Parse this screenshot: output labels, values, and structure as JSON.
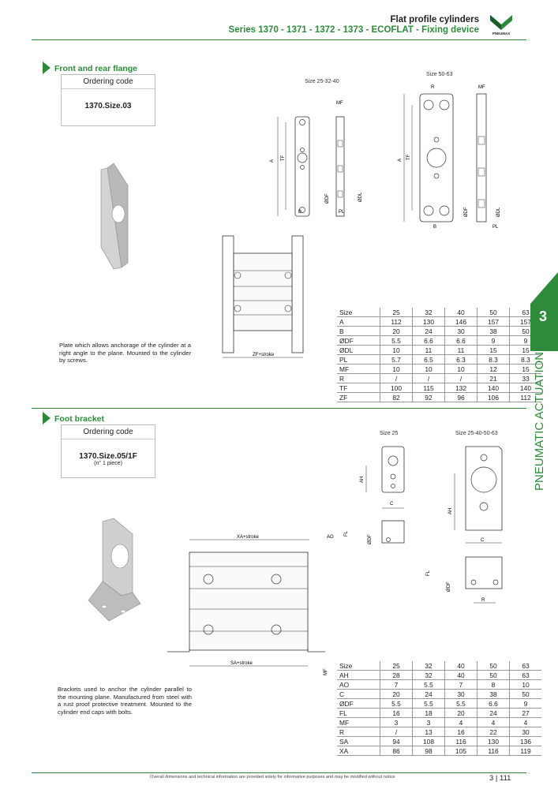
{
  "header": {
    "title": "Flat profile cylinders",
    "subtitle": "Series 1370 - 1371 - 1372 - 1373 - ECOFLAT - Fixing device",
    "logo_text": "PNEUMAX"
  },
  "section1": {
    "title": "Front and rear flange",
    "ordering_label": "Ordering code",
    "ordering_code": "1370.Size.03",
    "size_label_a": "Size 25-32-40",
    "size_label_b": "Size 50-63",
    "zf_label": "ZF+stroke",
    "description": "Plate which allows anchorage of the cylinder at a right angle to the plane. Mounted to the cylinder by screws.",
    "dims": {
      "a": "A",
      "tf": "TF",
      "mf": "MF",
      "b": "B",
      "r": "R",
      "pl": "PL",
      "odf": "ØDF",
      "odl": "ØDL"
    },
    "table": {
      "headers": [
        "Size",
        "25",
        "32",
        "40",
        "50",
        "63"
      ],
      "rows": [
        [
          "A",
          "112",
          "130",
          "146",
          "157",
          "157"
        ],
        [
          "B",
          "20",
          "24",
          "30",
          "38",
          "50"
        ],
        [
          "ØDF",
          "5.5",
          "6.6",
          "6.6",
          "9",
          "9"
        ],
        [
          "ØDL",
          "10",
          "11",
          "11",
          "15",
          "15"
        ],
        [
          "PL",
          "5.7",
          "6.5",
          "6.3",
          "8.3",
          "8.3"
        ],
        [
          "MF",
          "10",
          "10",
          "10",
          "12",
          "15"
        ],
        [
          "R",
          "/",
          "/",
          "/",
          "21",
          "33"
        ],
        [
          "TF",
          "100",
          "115",
          "132",
          "140",
          "140"
        ],
        [
          "ZF",
          "82",
          "92",
          "96",
          "106",
          "112"
        ]
      ]
    }
  },
  "section2": {
    "title": "Foot bracket",
    "ordering_label": "Ordering code",
    "ordering_code": "1370.Size.05/1F",
    "ordering_note": "(n° 1 piece)",
    "size_label_a": "Size 25",
    "size_label_b": "Size 25-40-50-63",
    "xa_label": "XA+stroke",
    "sa_label": "SA+stroke",
    "dims": {
      "ao": "AO",
      "ah": "AH",
      "c": "C",
      "fl": "FL",
      "odf": "ØDF",
      "r": "R",
      "mf": "MF"
    },
    "description": "Brackets used to anchor the cylinder parallel to the mounting plane. Manufactured from steel with a rust proof protective treatment. Mounted to the cylinder end caps with bolts.",
    "table": {
      "headers": [
        "Size",
        "25",
        "32",
        "40",
        "50",
        "63"
      ],
      "rows": [
        [
          "AH",
          "28",
          "32",
          "40",
          "50",
          "63"
        ],
        [
          "AO",
          "7",
          "5.5",
          "7",
          "8",
          "10"
        ],
        [
          "C",
          "20",
          "24",
          "30",
          "38",
          "50"
        ],
        [
          "ØDF",
          "5.5",
          "5.5",
          "5.5",
          "6.6",
          "9"
        ],
        [
          "FL",
          "16",
          "18",
          "20",
          "24",
          "27"
        ],
        [
          "MF",
          "3",
          "3",
          "4",
          "4",
          "4"
        ],
        [
          "R",
          "/",
          "13",
          "16",
          "22",
          "30"
        ],
        [
          "SA",
          "94",
          "108",
          "116",
          "130",
          "136"
        ],
        [
          "XA",
          "86",
          "98",
          "105",
          "116",
          "119"
        ]
      ]
    }
  },
  "side_tab": {
    "number": "3",
    "label": "PNEUMATIC ACTUATION"
  },
  "footer": {
    "note": "Overall dimensions and technical information are provided solely for informative purposes and may be modified without notice",
    "page": "3 | 111"
  },
  "colors": {
    "accent": "#2e8b3a",
    "line": "#999999"
  }
}
